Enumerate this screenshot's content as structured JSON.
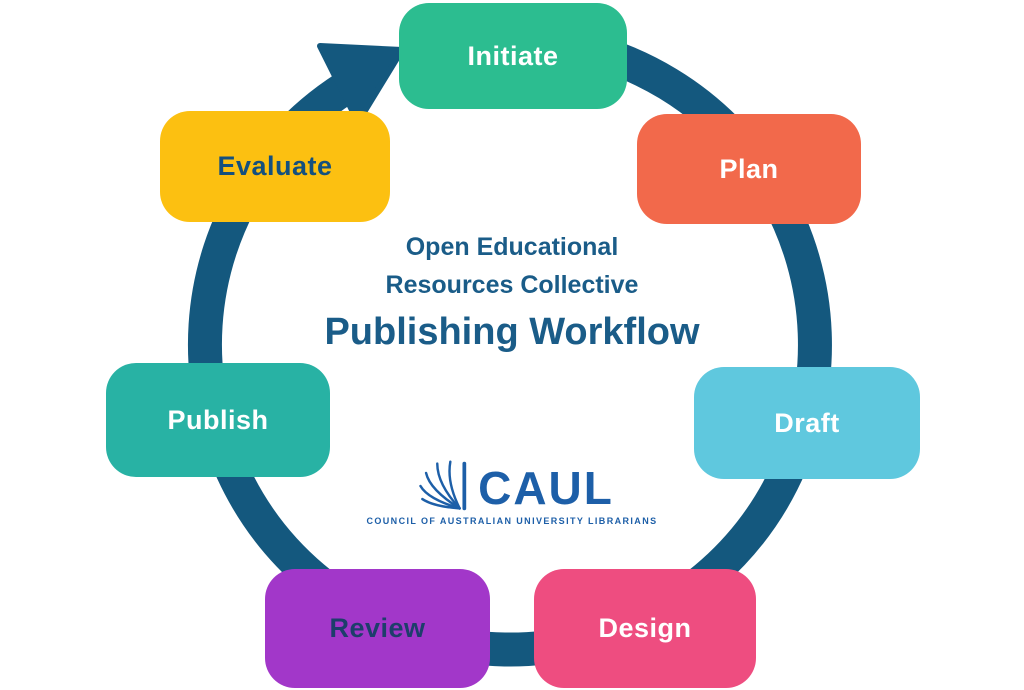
{
  "title": {
    "line1": "Open Educational",
    "line2": "Resources Collective",
    "main": "Publishing Workflow"
  },
  "logo": {
    "name": "CAUL",
    "subtitle": "COUNCIL OF AUSTRALIAN UNIVERSITY LIBRARIANS"
  },
  "stages": [
    {
      "label": "Initiate",
      "color": "#2CBD90",
      "text_color": "#FFFFFF"
    },
    {
      "label": "Plan",
      "color": "#F2694B",
      "text_color": "#FFFFFF"
    },
    {
      "label": "Draft",
      "color": "#5FC8DE",
      "text_color": "#FFFFFF"
    },
    {
      "label": "Design",
      "color": "#EE4D80",
      "text_color": "#FFFFFF"
    },
    {
      "label": "Review",
      "color": "#A237C9",
      "text_color": "#1D3E6B"
    },
    {
      "label": "Publish",
      "color": "#28B2A4",
      "text_color": "#FFFFFF"
    },
    {
      "label": "Evaluate",
      "color": "#FCC011",
      "text_color": "#14507E"
    }
  ],
  "colors": {
    "ring": "#14587E",
    "title": "#1A5C88",
    "logo": "#1D5FA8",
    "background": "#FFFFFF"
  }
}
